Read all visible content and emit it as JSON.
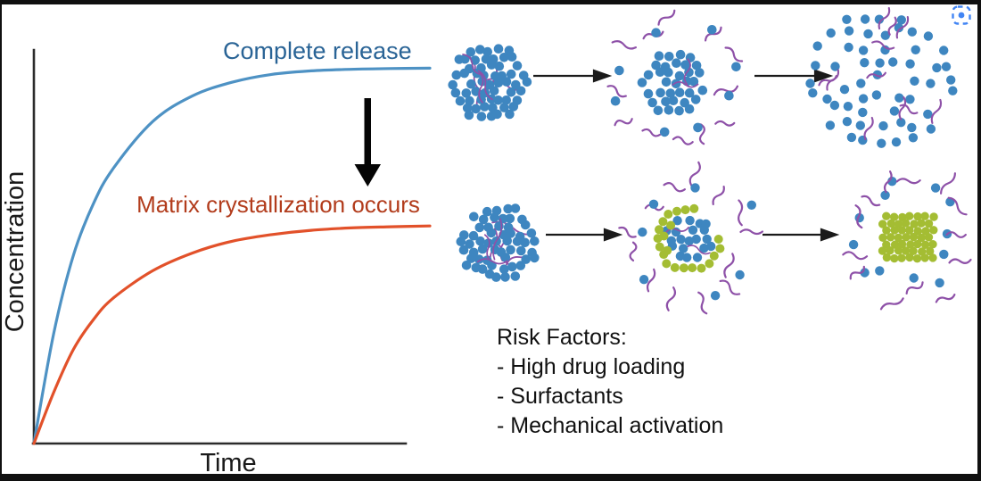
{
  "chart": {
    "ylabel": "Concentration",
    "xlabel": "Time",
    "curve_labels": {
      "complete": "Complete release",
      "matrix": "Matrix crystallization occurs"
    },
    "colors": {
      "complete_text": "#2a6496",
      "matrix_text": "#b23c1c",
      "axis": "#2b2b2b",
      "annotation_arrow": "#050505"
    }
  },
  "chart_data": {
    "type": "line",
    "title": "",
    "xlabel": "Time",
    "ylabel": "Concentration",
    "axis_numeric": false,
    "grid": false,
    "legend_position": "inline-labels",
    "series": [
      {
        "name": "Complete release",
        "color": "#4e92c4",
        "x": [
          0,
          0.05,
          0.1,
          0.15,
          0.2,
          0.3,
          0.4,
          0.5,
          0.6,
          0.7,
          0.8,
          0.9,
          1
        ],
        "y": [
          0,
          0.28,
          0.48,
          0.61,
          0.7,
          0.82,
          0.885,
          0.92,
          0.94,
          0.949,
          0.953,
          0.955,
          0.956
        ]
      },
      {
        "name": "Matrix crystallization occurs",
        "color": "#e2512a",
        "x": [
          0,
          0.05,
          0.1,
          0.15,
          0.2,
          0.3,
          0.4,
          0.5,
          0.6,
          0.7,
          0.8,
          0.9,
          1
        ],
        "y": [
          0,
          0.13,
          0.24,
          0.315,
          0.37,
          0.44,
          0.485,
          0.515,
          0.532,
          0.543,
          0.549,
          0.552,
          0.554
        ]
      }
    ]
  },
  "risk_factors": {
    "title": "Risk Factors:",
    "items": [
      "- High drug loading",
      "- Surfactants",
      "- Mechanical activation"
    ]
  },
  "schematic": {
    "drug_color": "#3e86c0",
    "crystal_color": "#a4bd33",
    "surfactant_color": "#8e51a8",
    "arrow_color": "#1a1a1a",
    "rows": [
      {
        "name": "complete-release-row",
        "stages": [
          {
            "name": "drug-particle-matrix",
            "type": "dense",
            "seed": 11
          },
          {
            "name": "particles-dispersing-with-surfactant",
            "type": "dispersing",
            "seed": 22
          },
          {
            "name": "particles-fully-released",
            "type": "dispersed",
            "seed": 33
          }
        ]
      },
      {
        "name": "matrix-crystallization-row",
        "stages": [
          {
            "name": "drug-particle-matrix",
            "type": "dense",
            "seed": 44
          },
          {
            "name": "crystal-shell-forming",
            "type": "crystallizing",
            "seed": 55
          },
          {
            "name": "crystal-formed",
            "type": "crystal",
            "seed": 66
          }
        ]
      }
    ]
  },
  "icons": {
    "lens": "screenshot-search-icon",
    "lens_color": "#4285f4"
  }
}
